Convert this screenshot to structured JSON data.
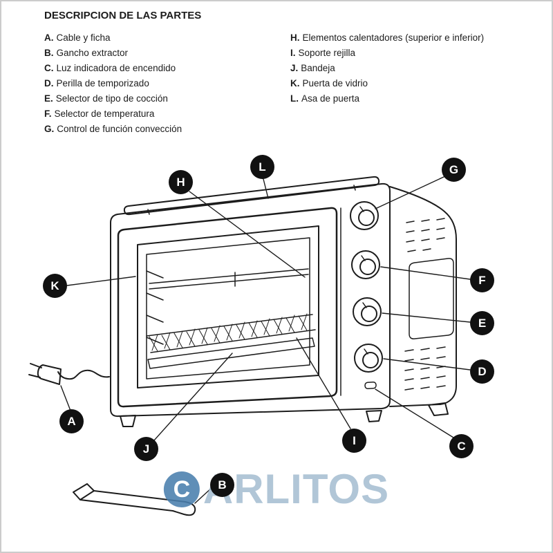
{
  "title": "DESCRIPCION DE LAS PARTES",
  "parts_list": {
    "left": [
      {
        "letter": "A.",
        "label": "Cable y ficha"
      },
      {
        "letter": "B.",
        "label": "Gancho extractor"
      },
      {
        "letter": "C.",
        "label": "Luz indicadora de encendido"
      },
      {
        "letter": "D.",
        "label": "Perilla de temporizado"
      },
      {
        "letter": "E.",
        "label": "Selector de tipo de cocción"
      },
      {
        "letter": "F.",
        "label": "Selector de temperatura"
      },
      {
        "letter": "G.",
        "label": "Control de función convección"
      }
    ],
    "right": [
      {
        "letter": "H.",
        "label": "Elementos calentadores (superior e inferior)"
      },
      {
        "letter": "I.",
        "label": "Soporte rejilla"
      },
      {
        "letter": "J.",
        "label": "Bandeja"
      },
      {
        "letter": "K.",
        "label": "Puerta de vidrio"
      },
      {
        "letter": "L.",
        "label": "Asa de puerta"
      }
    ]
  },
  "callouts": {
    "A": "A",
    "B": "B",
    "C": "C",
    "D": "D",
    "E": "E",
    "F": "F",
    "G": "G",
    "H": "H",
    "I": "I",
    "J": "J",
    "K": "K",
    "L": "L"
  },
  "watermark": {
    "logo_letter": "C",
    "text": "ARLITOS"
  },
  "colors": {
    "ink": "#1c1c1c",
    "badge_bg": "#111111",
    "badge_text": "#ffffff",
    "wm_text": "#a7bfd2",
    "wm_logo": "#4a7fae",
    "frame": "#cccccc"
  }
}
